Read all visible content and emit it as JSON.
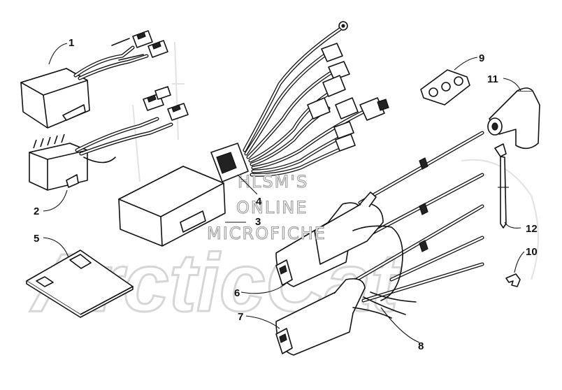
{
  "watermark": {
    "line1": "HLSM'S",
    "line2": "ONLINE",
    "line3": "MICROFICHE",
    "brand": "ArcticCat"
  },
  "callouts": [
    {
      "id": "c1",
      "label": "1"
    },
    {
      "id": "c2",
      "label": "2"
    },
    {
      "id": "c3",
      "label": "3"
    },
    {
      "id": "c4",
      "label": "4"
    },
    {
      "id": "c5",
      "label": "5"
    },
    {
      "id": "c6",
      "label": "6"
    },
    {
      "id": "c7",
      "label": "7"
    },
    {
      "id": "c8",
      "label": "8"
    },
    {
      "id": "c9",
      "label": "9"
    },
    {
      "id": "c10",
      "label": "10"
    },
    {
      "id": "c11",
      "label": "11"
    },
    {
      "id": "c12",
      "label": "12"
    }
  ],
  "colors": {
    "line": "#111111",
    "watermark": "#d6d6d6",
    "background": "#ffffff"
  }
}
